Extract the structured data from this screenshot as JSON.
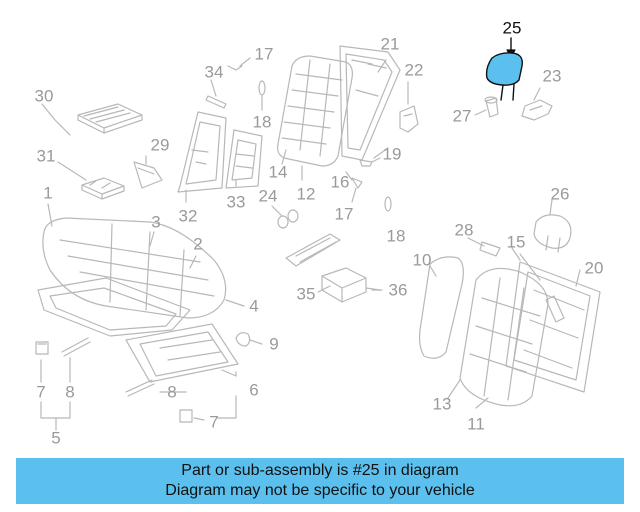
{
  "colors": {
    "line": "#b8b8b8",
    "label": "#9a9a9a",
    "highlight_fill": "#5bc0ee",
    "highlight_label": "#111111",
    "banner_bg": "#5bc0ee"
  },
  "highlighted_part": "25",
  "callouts": {
    "c1": "1",
    "c2": "2",
    "c3": "3",
    "c4": "4",
    "c5": "5",
    "c6": "6",
    "c7a": "7",
    "c7b": "7",
    "c8a": "8",
    "c8b": "8",
    "c9": "9",
    "c10": "10",
    "c11": "11",
    "c12": "12",
    "c13": "13",
    "c14": "14",
    "c15": "15",
    "c16": "16",
    "c17a": "17",
    "c17b": "17",
    "c18a": "18",
    "c18b": "18",
    "c19": "19",
    "c20": "20",
    "c21": "21",
    "c22": "22",
    "c23": "23",
    "c24": "24",
    "c25": "25",
    "c26": "26",
    "c27": "27",
    "c28": "28",
    "c29": "29",
    "c30": "30",
    "c31": "31",
    "c32": "32",
    "c33": "33",
    "c34": "34",
    "c35": "35",
    "c36": "36"
  },
  "banner": {
    "line1": "Part or sub-assembly is #25 in diagram",
    "line2": "Diagram may not be specific to your vehicle"
  }
}
